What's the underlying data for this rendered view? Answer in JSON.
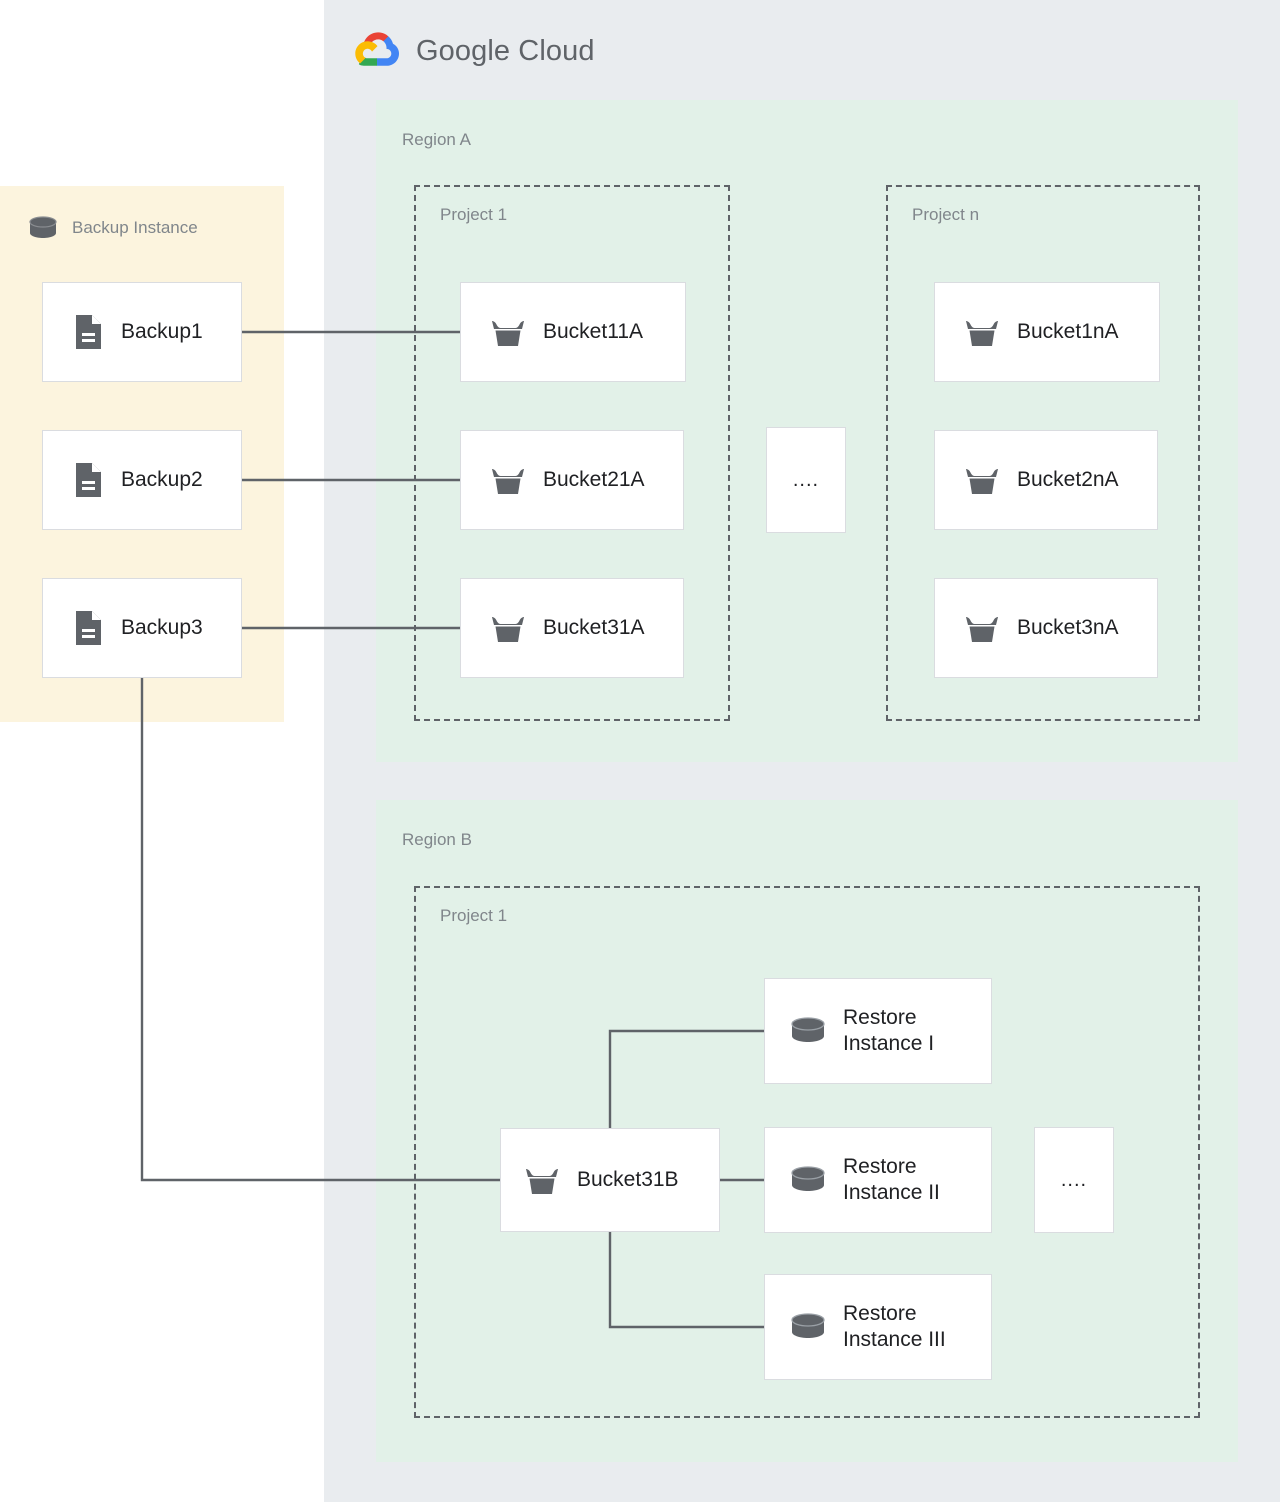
{
  "cloud": {
    "brand_name_part1": "Google",
    "brand_name_part2": "Cloud",
    "logo_icon": "google-cloud-logo-icon",
    "colors": {
      "panel_bg": "#E9ECEF",
      "region_bg": "#E2F1E8",
      "backup_panel_bg": "#FCF4DE",
      "node_bg": "#FFFFFF",
      "node_border": "#DADCE0",
      "label_text": "#80868B",
      "node_text": "#202124",
      "wire": "#5F6368",
      "logo_red": "#EA4335",
      "logo_yellow": "#FBBC04",
      "logo_green": "#34A853",
      "logo_blue": "#4285F4"
    }
  },
  "backup_instance": {
    "label": "Backup Instance",
    "icon": "database-icon",
    "items": [
      {
        "label": "Backup1",
        "icon": "document-icon"
      },
      {
        "label": "Backup2",
        "icon": "document-icon"
      },
      {
        "label": "Backup3",
        "icon": "document-icon"
      }
    ]
  },
  "regions": [
    {
      "label": "Region A",
      "projects": [
        {
          "label": "Project 1",
          "buckets": [
            {
              "label": "Bucket11A",
              "icon": "cloud-storage-bucket-icon"
            },
            {
              "label": "Bucket21A",
              "icon": "cloud-storage-bucket-icon"
            },
            {
              "label": "Bucket31A",
              "icon": "cloud-storage-bucket-icon"
            }
          ]
        },
        {
          "label": "Project n",
          "buckets": [
            {
              "label": "Bucket1nA",
              "icon": "cloud-storage-bucket-icon"
            },
            {
              "label": "Bucket2nA",
              "icon": "cloud-storage-bucket-icon"
            },
            {
              "label": "Bucket3nA",
              "icon": "cloud-storage-bucket-icon"
            }
          ]
        }
      ],
      "ellipsis": "...."
    },
    {
      "label": "Region B",
      "projects": [
        {
          "label": "Project 1",
          "buckets": [
            {
              "label": "Bucket31B",
              "icon": "cloud-storage-bucket-icon"
            }
          ],
          "restore_instances": [
            {
              "label": "Restore\nInstance I",
              "icon": "database-icon"
            },
            {
              "label": "Restore\nInstance II",
              "icon": "database-icon"
            },
            {
              "label": "Restore\nInstance III",
              "icon": "database-icon"
            }
          ]
        }
      ],
      "ellipsis": "...."
    }
  ]
}
